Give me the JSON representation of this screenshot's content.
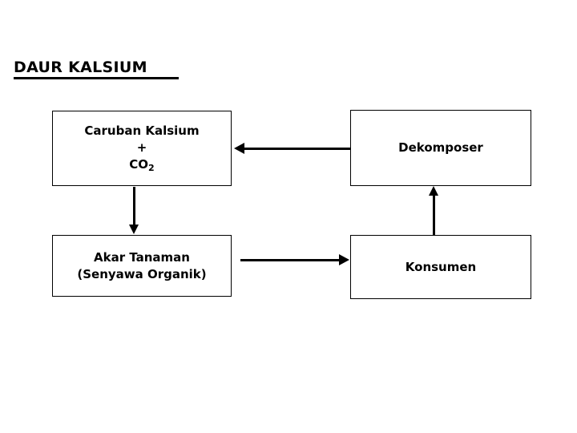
{
  "diagram": {
    "title": "DAUR KALSIUM",
    "type": "cycle-flowchart",
    "nodes": [
      {
        "id": "caruban",
        "lines": [
          "Caruban Kalsium",
          "+",
          "CO"
        ],
        "subscript": "2",
        "label": "Caruban Kalsium + CO2"
      },
      {
        "id": "dekomposer",
        "label": "Dekomposer"
      },
      {
        "id": "akar",
        "lines": [
          "Akar Tanaman",
          "(Senyawa Organik)"
        ],
        "label": "Akar Tanaman (Senyawa Organik)"
      },
      {
        "id": "konsumen",
        "label": "Konsumen"
      }
    ],
    "edges": [
      {
        "id": "dekomposer-caruban",
        "from": "dekomposer",
        "to": "caruban",
        "direction": "left"
      },
      {
        "id": "caruban-akar",
        "from": "caruban",
        "to": "akar",
        "direction": "down"
      },
      {
        "id": "akar-konsumen",
        "from": "akar",
        "to": "konsumen",
        "direction": "right"
      },
      {
        "id": "konsumen-dekomposer",
        "from": "konsumen",
        "to": "dekomposer",
        "direction": "up"
      }
    ],
    "colors": {
      "background": "#ffffff",
      "stroke": "#000000",
      "text": "#000000"
    }
  }
}
